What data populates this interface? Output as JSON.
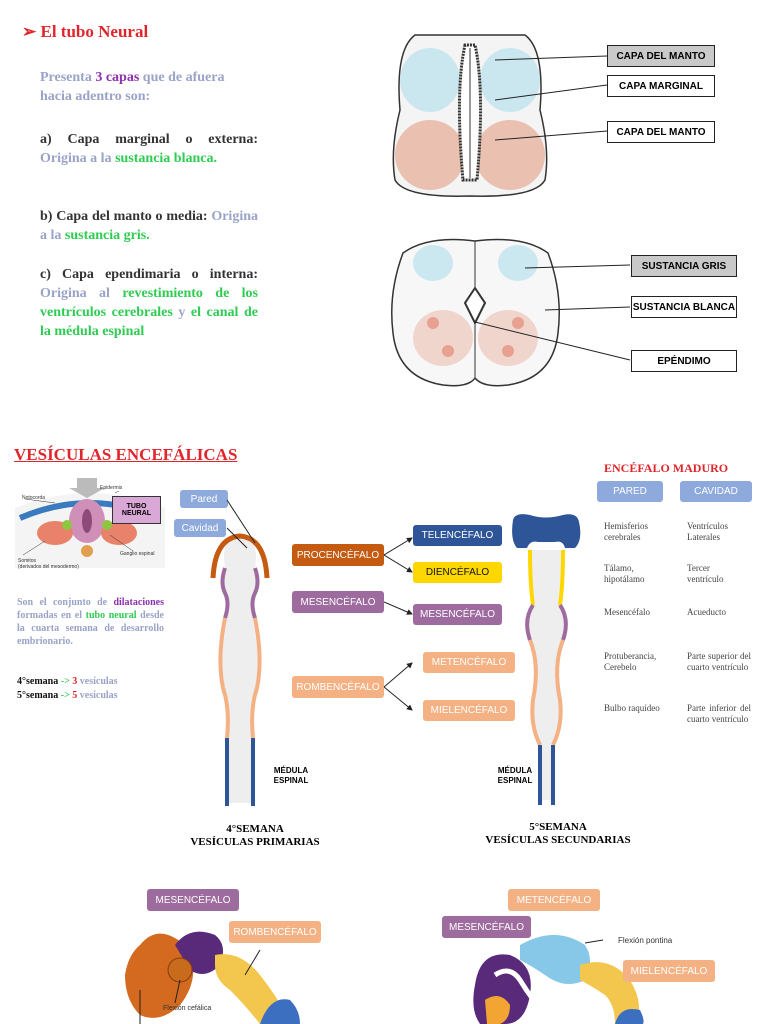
{
  "top": {
    "title_arrow": "➢",
    "title": "El tubo Neural",
    "intro_a": "Presenta ",
    "intro_b": "3 capas",
    "intro_c": " que de afuera hacia adentro son:",
    "items": [
      {
        "letter": "a)",
        "name": "Capa marginal o externa:",
        "blue": "Origina a la ",
        "green": "sustancia blanca."
      },
      {
        "letter": "b)",
        "name": "Capa del manto o media:",
        "blue": "Origina a la ",
        "green": "sustancia gris."
      },
      {
        "letter": "c)",
        "name": "Capa ependimaria o interna:",
        "blue": "Origina al ",
        "green": "revestimiento de los ventrículos cerebrales",
        "blue2": " y ",
        "green2": "el canal de la médula espinal"
      }
    ],
    "labels1": [
      "CAPA DEL MANTO",
      "CAPA MARGINAL",
      "CAPA DEL MANTO"
    ],
    "labels2": [
      "SUSTANCIA GRIS",
      "SUSTANCIA BLANCA",
      "EPÉNDIMO"
    ]
  },
  "vesicles": {
    "title": "VESÍCULAS ENCEFÁLICAS",
    "inset": {
      "tubo": "TUBO NEURAL",
      "labels": [
        "Notocorda",
        "Epidermis",
        "Ganglio espinal",
        "Somitos",
        "(derivados del mesodermo)"
      ]
    },
    "desc": {
      "a": "Son el conjunto de ",
      "b": "dilataciones",
      "c": " formadas en el ",
      "d": "tubo neural",
      "e": " desde la cuarta semana de desarrollo embrionario."
    },
    "week4": {
      "a": "4°semana ",
      "arrow": "->",
      "num": "3",
      "b": " vesículas"
    },
    "week5": {
      "a": "5°semana ",
      "arrow": "->",
      "num": "5",
      "b": " vesículas"
    },
    "pared": "Pared",
    "cavidad": "Cavidad",
    "primary": [
      "PROCENCÉFALO",
      "MESENCÉFALO",
      "ROMBENCÉFALO"
    ],
    "secondary": [
      "TELENCÉFALO",
      "DIENCÉFALO",
      "MESENCÉFALO",
      "METENCÉFALO",
      "MIELENCÉFALO"
    ],
    "medula": "MÉDULA ESPINAL",
    "caption4": [
      "4°SEMANA",
      "VESÍCULAS PRIMARIAS"
    ],
    "caption5": [
      "5°SEMANA",
      "VESÍCULAS SECUNDARIAS"
    ],
    "mature": {
      "title": "ENCÉFALO MADURO",
      "pared": "PARED",
      "cavidad": "CAVIDAD",
      "rows": [
        {
          "pared": "Hemisferios cerebrales",
          "cavidad": "Ventrículos Laterales"
        },
        {
          "pared": "Tálamo, hipotálamo",
          "cavidad": "Tercer ventrículo"
        },
        {
          "pared": "Mesencéfalo",
          "cavidad": "Acueducto"
        },
        {
          "pared": "Protuberancia, Cerebelo",
          "cavidad": "Parte superior del cuarto ventrículo"
        },
        {
          "pared": "Bulbo raquídeo",
          "cavidad": "Parte inferior del cuarto ventrículo"
        }
      ]
    }
  },
  "bottom": {
    "left": [
      "MESENCÉFALO",
      "ROMBENCÉFALO",
      "Flexión cefálica"
    ],
    "right": [
      "METENCÉFALO",
      "MESENCÉFALO",
      "Flexión pontina",
      "MIELENCÉFALO"
    ]
  },
  "colors": {
    "red": "#e0262b",
    "pared": "#8ea9db",
    "procencefalo": "#c55a11",
    "mesencefalo": "#9e6b9e",
    "rombencefalo": "#f4b183",
    "telencefalo": "#2e5597",
    "diencefalo": "#ffd700"
  }
}
